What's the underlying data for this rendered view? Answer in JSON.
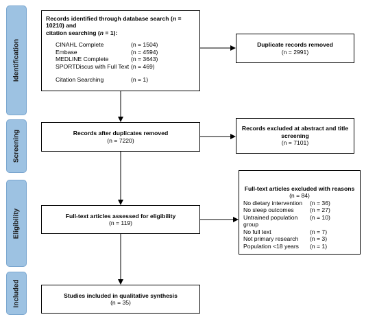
{
  "phases": {
    "identification": "Identification",
    "screening": "Screening",
    "eligibility": "Eligibility",
    "included": "Included"
  },
  "identified": {
    "title_a": "Records identified through database search (",
    "title_n1": "n",
    "title_b": " = 10210) and",
    "title_c": "citation searching (",
    "title_n2": "n",
    "title_d": " = 1):",
    "databases": [
      {
        "name": "CINAHL Complete",
        "count": "(n = 1504)"
      },
      {
        "name": "Embase",
        "count": "(n = 4594)"
      },
      {
        "name": "MEDLINE Complete",
        "count": "(n = 3643)"
      },
      {
        "name": "SPORTDiscus with Full Text",
        "count": "(n = 469)"
      }
    ],
    "citation": {
      "name": "Citation Searching",
      "count": "(n = 1)"
    }
  },
  "duplicates": {
    "label": "Duplicate records removed",
    "count": "(n = 2991)"
  },
  "after_dup": {
    "label": "Records after duplicates removed",
    "count": "(n = 7220)"
  },
  "excluded_abstract": {
    "label_1": "Records excluded at abstract and title",
    "label_2": "screening",
    "count": "(n = 7101)"
  },
  "fulltext_assessed": {
    "label": "Full-text articles assessed for eligibility",
    "count": "(n = 119)"
  },
  "fulltext_excluded": {
    "title": "Full-text articles excluded with reasons",
    "count": "(n = 84)",
    "reasons": [
      {
        "name": "No dietary intervention",
        "count": "(n = 36)"
      },
      {
        "name": "No sleep outcomes",
        "count": "(n = 27)"
      },
      {
        "name": "Untrained population group",
        "count": "(n = 10)"
      },
      {
        "name": "No full text",
        "count": "(n = 7)"
      },
      {
        "name": "Not primary research",
        "count": "(n = 3)"
      },
      {
        "name": "Population <18 years",
        "count": "(n = 1)"
      }
    ]
  },
  "included": {
    "label": "Studies included in qualitative synthesis",
    "count": "(n = 35)"
  }
}
